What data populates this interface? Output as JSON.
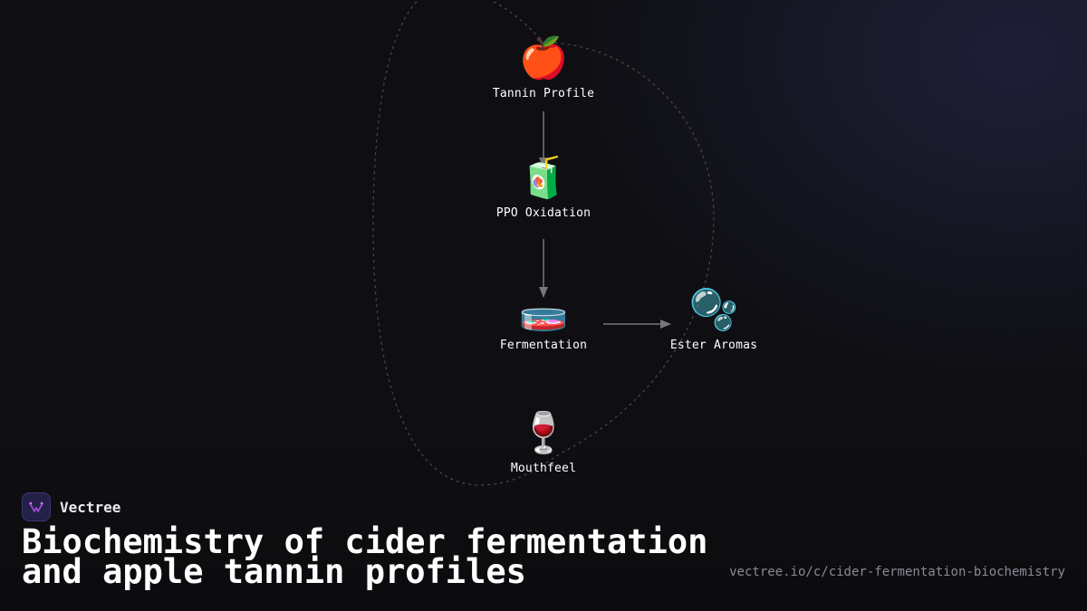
{
  "diagram": {
    "nodes": [
      {
        "id": "tannin",
        "emoji": "🍎",
        "label": "Tannin Profile"
      },
      {
        "id": "ppo",
        "emoji": "🧃",
        "label": "PPO Oxidation"
      },
      {
        "id": "fermentation",
        "emoji": "🧫",
        "label": "Fermentation"
      },
      {
        "id": "ester",
        "emoji": "🫧",
        "label": "Ester Aromas"
      },
      {
        "id": "mouthfeel",
        "emoji": "🍷",
        "label": "Mouthfeel"
      }
    ],
    "edges": [
      {
        "from": "tannin",
        "to": "ppo"
      },
      {
        "from": "ppo",
        "to": "fermentation"
      },
      {
        "from": "fermentation",
        "to": "ester"
      }
    ]
  },
  "brand": {
    "name": "Vectree",
    "logo_icon": "vectree-logo-icon"
  },
  "title": "Biochemistry of cider fermentation and apple tannin profiles",
  "url": "vectree.io/c/cider-fermentation-biochemistry",
  "colors": {
    "background": "#0f0f13",
    "text": "#ffffff",
    "arrow": "#777777",
    "loop": "#4a4a4a",
    "muted": "#8a8a96",
    "brand_accent": "#a64dd9"
  }
}
